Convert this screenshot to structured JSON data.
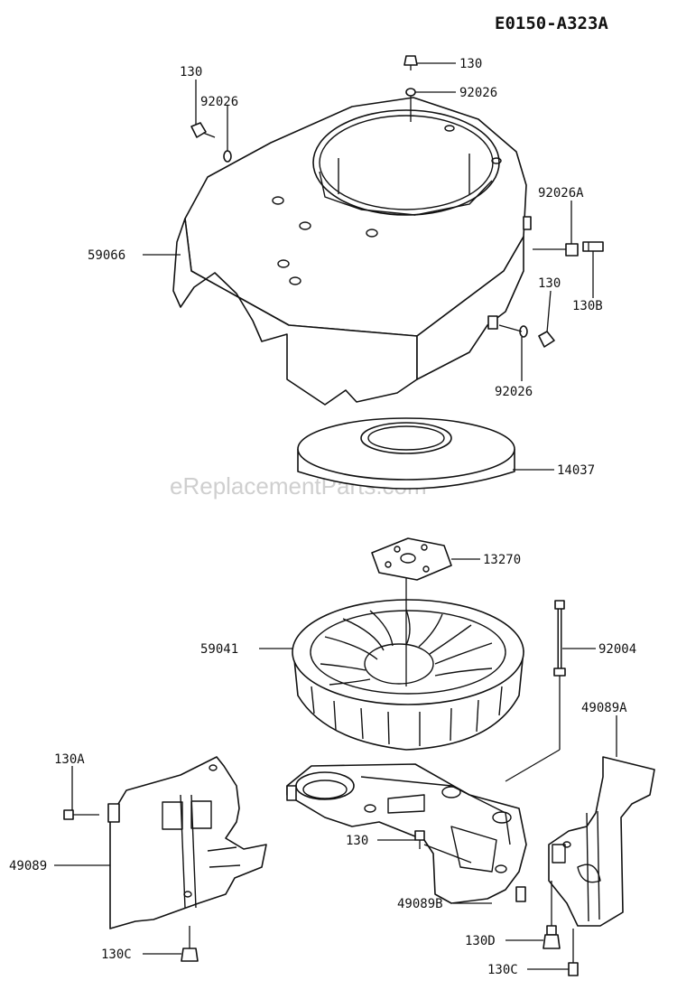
{
  "diagram": {
    "code": "E0150-A323A",
    "watermark": "eReplacementParts.com"
  },
  "callouts": {
    "c130_top_left": "130",
    "c92026_top_left": "92026",
    "c130_top_center": "130",
    "c92026_top_center": "92026",
    "c59066": "59066",
    "c92026A": "92026A",
    "c130B": "130B",
    "c130_right": "130",
    "c92026_right": "92026",
    "c14037": "14037",
    "c13270": "13270",
    "c59041": "59041",
    "c92004": "92004",
    "c49089A": "49089A",
    "c130A": "130A",
    "c49089": "49089",
    "c130_center": "130",
    "c49089B": "49089B",
    "c130D": "130D",
    "c130C_left": "130C",
    "c130C_right": "130C"
  }
}
